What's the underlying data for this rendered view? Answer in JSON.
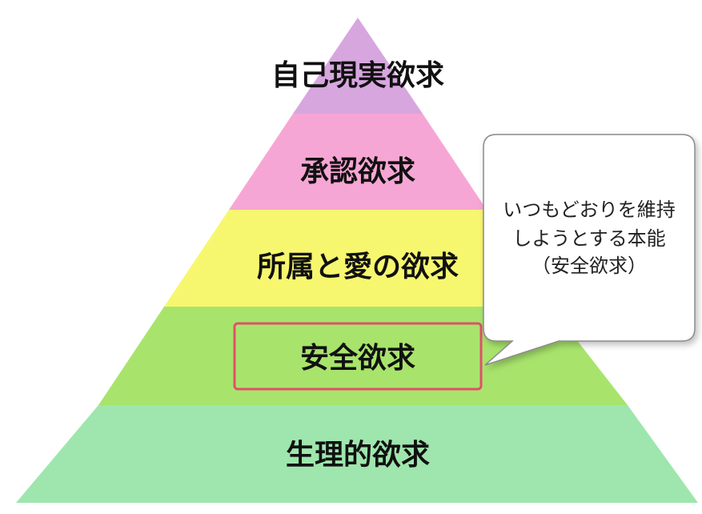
{
  "pyramid": {
    "tiers": [
      {
        "label": "自己現実欲求",
        "color": "#d7a6df"
      },
      {
        "label": "承認欲求",
        "color": "#f6a6d4"
      },
      {
        "label": "所属と愛の欲求",
        "color": "#f7f76f"
      },
      {
        "label": "安全欲求",
        "color": "#a8e46c"
      },
      {
        "label": "生理的欲求",
        "color": "#9ee6ad"
      }
    ],
    "highlight_color": "#e0506a"
  },
  "callout": {
    "lines": [
      "いつもどおりを維持",
      "しようとする本能",
      "（安全欲求）"
    ]
  }
}
